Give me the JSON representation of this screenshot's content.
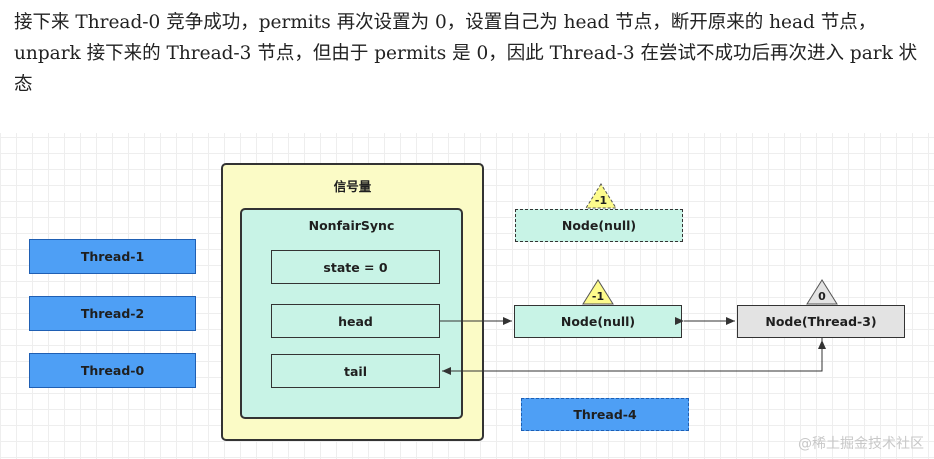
{
  "text": {
    "paragraph": "接下来 Thread-0 竞争成功，permits 再次设置为 0，设置自己为 head 节点，断开原来的 head 节点，unpark 接下来的 Thread-3 节点，但由于 permits 是 0，因此 Thread-3 在尝试不成功后再次进入 park 状态"
  },
  "diagram": {
    "semaphore_title": "信号量",
    "sync_title": "NonfairSync",
    "fields": {
      "state": "state = 0",
      "head": "head",
      "tail": "tail"
    },
    "threads": {
      "t1": "Thread-1",
      "t2": "Thread-2",
      "t0": "Thread-0",
      "t4": "Thread-4"
    },
    "nodes": {
      "old_head": "Node(null)",
      "head": "Node(null)",
      "thread3": "Node(Thread-3)"
    },
    "badges": {
      "old_head": "-1",
      "head": "-1",
      "thread3": "0"
    },
    "colors": {
      "thread_blue": "#4e9ff5",
      "node_green": "#c8f3e6",
      "semaphore_yellow": "#fbfbc6",
      "node_gray": "#e3e3e3",
      "badge_yellow": "#fdfb8c",
      "badge_gray": "#e3e3e3"
    }
  },
  "watermark": "@稀土掘金技术社区"
}
